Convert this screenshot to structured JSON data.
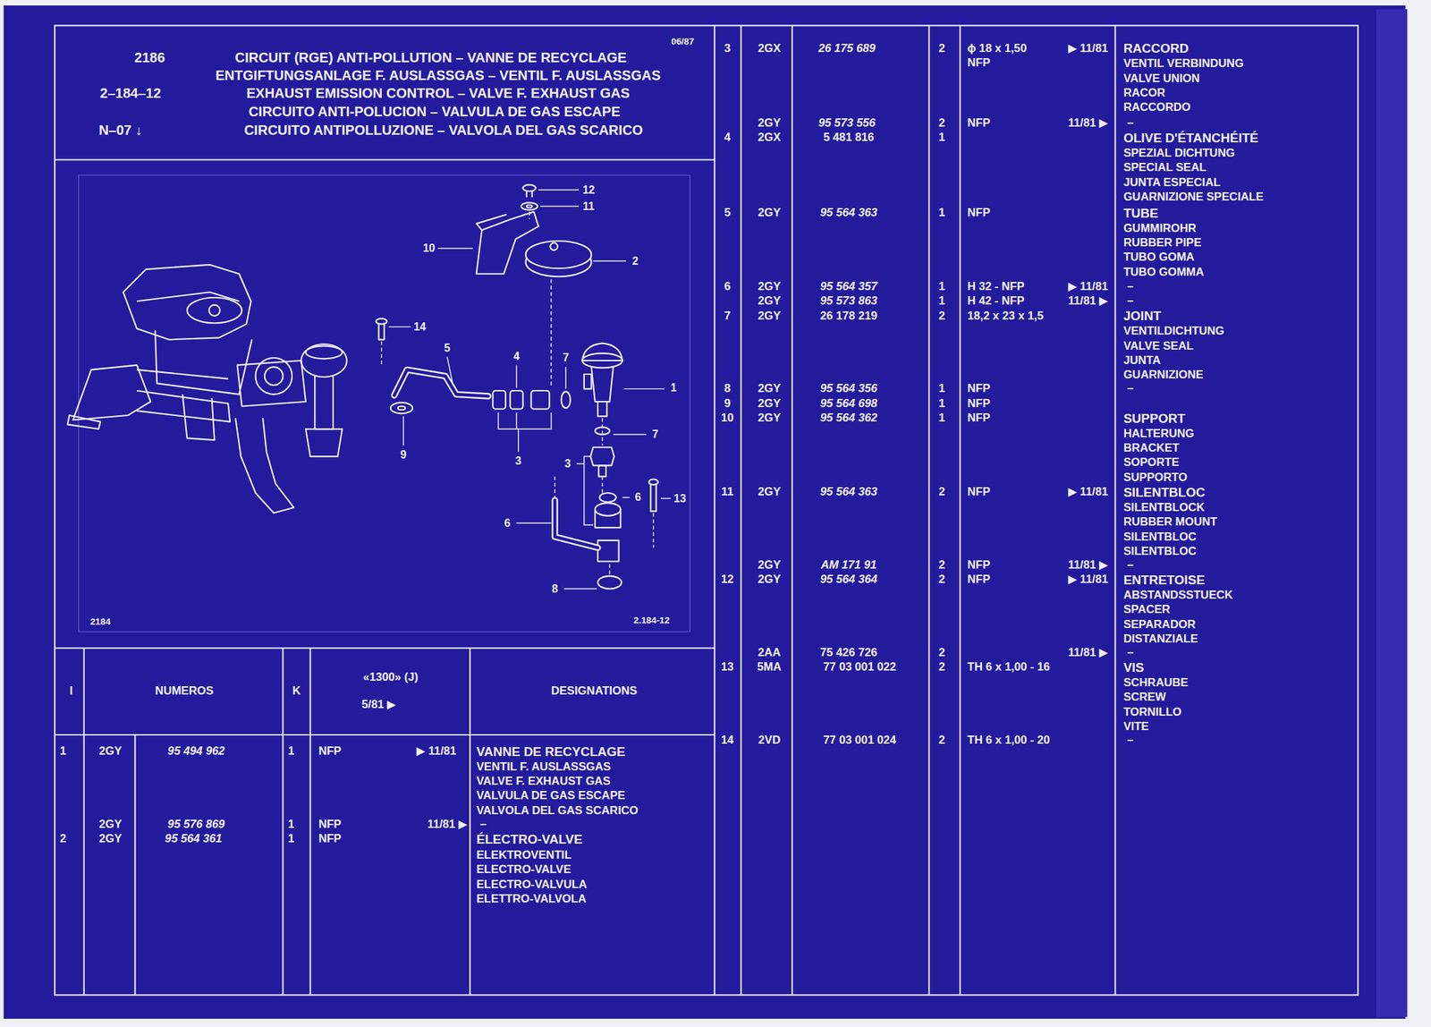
{
  "diagram": {
    "title": "CIRCUIT (RGE) ANTI-POLLUTION – VANNE DE RECYCLAGE",
    "labels": [
      "2186",
      "2–184–12",
      "N–07 ↓",
      "06/87",
      "ENTGIFTUNGSANLAGE F. AUSLASSGAS – VENTIL F. AUSLASSGAS",
      "EXHAUST EMISSION CONTROL – VALVE F. EXHAUST GAS",
      "CIRCUITO ANTI-POLUCION – VALVULA DE GAS ESCAPE",
      "CIRCUITO ANTIPOLLUZIONE – VALVOLA DEL GAS SCARICO",
      "12",
      "11",
      "10",
      "2",
      "14",
      "5",
      "4",
      "7",
      "1",
      "9",
      "3",
      "7",
      "3",
      "6",
      "13",
      "6",
      "8",
      "2184",
      "2.184-12",
      "I",
      "NUMEROS",
      "K",
      "«1300» (J)",
      "5/81 ▶",
      "DESIGNATIONS",
      "1",
      "2GY",
      "95 494 962",
      "1",
      "NFP",
      "▶ 11/81",
      "VANNE DE RECYCLAGE",
      "VENTIL F. AUSLASSGAS",
      "VALVE F. EXHAUST GAS",
      "VALVULA DE GAS ESCAPE",
      "VALVOLA DEL GAS SCARICO",
      "2GY",
      "95 576 869",
      "1",
      "NFP",
      "11/81 ▶",
      "–",
      "2",
      "2GY",
      "95 564 361",
      "1",
      "NFP",
      "ÉLECTRO-VALVE",
      "ELEKTROVENTIL",
      "ELECTRO-VALVE",
      "ELECTRO-VALVULA",
      "ELETTRO-VALVOLA",
      "3",
      "2GX",
      "26 175 689",
      "2",
      "ϕ 18 x 1,50",
      "NFP",
      "▶ 11/81",
      "RACCORD",
      "VENTIL VERBINDUNG",
      "VALVE UNION",
      "RACOR",
      "RACCORDO",
      "2GY",
      "95 573 556",
      "2",
      "NFP",
      "11/81 ▶",
      "–",
      "4",
      "2GX",
      "5 481 816",
      "1",
      "OLIVE D'ÉTANCHÉITÉ",
      "SPEZIAL DICHTUNG",
      "SPECIAL SEAL",
      "JUNTA ESPECIAL",
      "GUARNIZIONE SPECIALE",
      "5",
      "2GY",
      "95 564 363",
      "1",
      "NFP",
      "TUBE",
      "GUMMIROHR",
      "RUBBER PIPE",
      "TUBO GOMA",
      "TUBO GOMMA",
      "6",
      "2GY",
      "95 564 357",
      "1",
      "H 32 - NFP",
      "▶ 11/81",
      "–",
      "2GY",
      "95 573 863",
      "1",
      "H 42 - NFP",
      "11/81 ▶",
      "–",
      "7",
      "2GY",
      "26 178 219",
      "2",
      "18,2 x 23 x 1,5",
      "JOINT",
      "VENTILDICHTUNG",
      "VALVE SEAL",
      "JUNTA",
      "GUARNIZIONE",
      "8",
      "2GY",
      "95 564 356",
      "1",
      "NFP",
      "–",
      "9",
      "2GY",
      "95 564 698",
      "1",
      "NFP",
      "10",
      "2GY",
      "95 564 362",
      "1",
      "NFP",
      "SUPPORT",
      "HALTERUNG",
      "BRACKET",
      "SOPORTE",
      "SUPPORTO",
      "11",
      "2GY",
      "95 564 363",
      "2",
      "NFP",
      "▶ 11/81",
      "SILENTBLOC",
      "SILENTBLOCK",
      "RUBBER MOUNT",
      "SILENTBLOC",
      "SILENTBLOC",
      "2GY",
      "AM 171 91",
      "2",
      "NFP",
      "11/81 ▶",
      "–",
      "12",
      "2GY",
      "95 564 364",
      "2",
      "NFP",
      "▶ 11/81",
      "ENTRETOISE",
      "ABSTANDSSTUECK",
      "SPACER",
      "SEPARADOR",
      "DISTANZIALE",
      "2AA",
      "75 426 726",
      "2",
      "11/81 ▶",
      "–",
      "13",
      "5MA",
      "77 03 001 022",
      "2",
      "TH 6 x 1,00 - 16",
      "VIS",
      "SCHRAUBE",
      "SCREW",
      "TORNILLO",
      "VITE",
      "14",
      "2VD",
      "77 03 001 024",
      "2",
      "TH 6 x 1,00 - 20",
      "–"
    ]
  }
}
